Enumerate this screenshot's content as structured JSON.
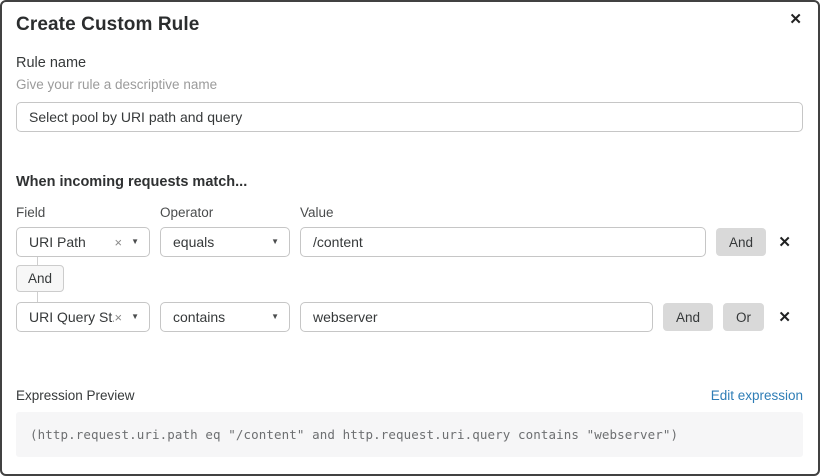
{
  "dialog": {
    "title": "Create Custom Rule",
    "close_icon": "✕"
  },
  "rule_name": {
    "label": "Rule name",
    "hint": "Give your rule a descriptive name",
    "value": "Select pool by URI path and query"
  },
  "matcher": {
    "heading": "When incoming requests match...",
    "columns": {
      "field": "Field",
      "operator": "Operator",
      "value": "Value"
    },
    "rows": [
      {
        "field": "URI Path",
        "operator": "equals",
        "value": "/content",
        "buttons": [
          "And"
        ]
      },
      {
        "field": "URI Query St...",
        "operator": "contains",
        "value": "webserver",
        "buttons": [
          "And",
          "Or"
        ]
      }
    ],
    "connector_label": "And",
    "clear_icon": "×",
    "caret_icon": "▼",
    "remove_icon": "✕"
  },
  "expression": {
    "label": "Expression Preview",
    "edit_link": "Edit expression",
    "code": "(http.request.uri.path eq \"/content\" and http.request.uri.query contains \"webserver\")"
  },
  "colors": {
    "dialog_border": "#414141",
    "input_border": "#c6c6c6",
    "chip_gray": "#d9d9d9",
    "connector_bg": "#f7f7f7",
    "link_blue": "#2e7db6",
    "text_dark": "#36393a",
    "text_muted": "#9b9b9b",
    "code_bg": "#f6f6f7",
    "code_text": "#6d6f71"
  }
}
